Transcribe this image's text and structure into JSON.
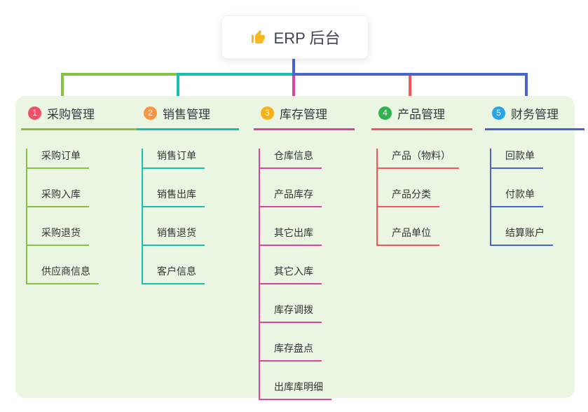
{
  "root": {
    "icon": "thumbs-up",
    "label": "ERP 后台"
  },
  "colors": {
    "page_bg": "#ffffff",
    "panel_bg": "#eaf6e2",
    "root_connector": "#4a63d3",
    "root_text": "#3c4454",
    "child_text": "#333333",
    "thumb_icon": "#f7b723"
  },
  "branches": [
    {
      "num": "1",
      "label": "采购管理",
      "badge_color": "#f05064",
      "line_color": "#85c443",
      "children": [
        "采购订单",
        "采购入库",
        "采购退货",
        "供应商信息"
      ]
    },
    {
      "num": "2",
      "label": "销售管理",
      "badge_color": "#f8933f",
      "line_color": "#16bfae",
      "children": [
        "销售订单",
        "销售出库",
        "销售退货",
        "客户信息"
      ]
    },
    {
      "num": "3",
      "label": "库存管理",
      "badge_color": "#f9b017",
      "line_color": "#d6459e",
      "children": [
        "仓库信息",
        "产品库存",
        "其它出库",
        "其它入库",
        "库存调拨",
        "库存盘点",
        "出库库明细"
      ]
    },
    {
      "num": "4",
      "label": "产品管理",
      "badge_color": "#2db44d",
      "line_color": "#f4555c",
      "children": [
        "产品（物料）",
        "产品分类",
        "产品单位"
      ]
    },
    {
      "num": "5",
      "label": "财务管理",
      "badge_color": "#28a4e8",
      "line_color": "#4a63d3",
      "children": [
        "回款单",
        "付款单",
        "结算账户"
      ]
    }
  ]
}
